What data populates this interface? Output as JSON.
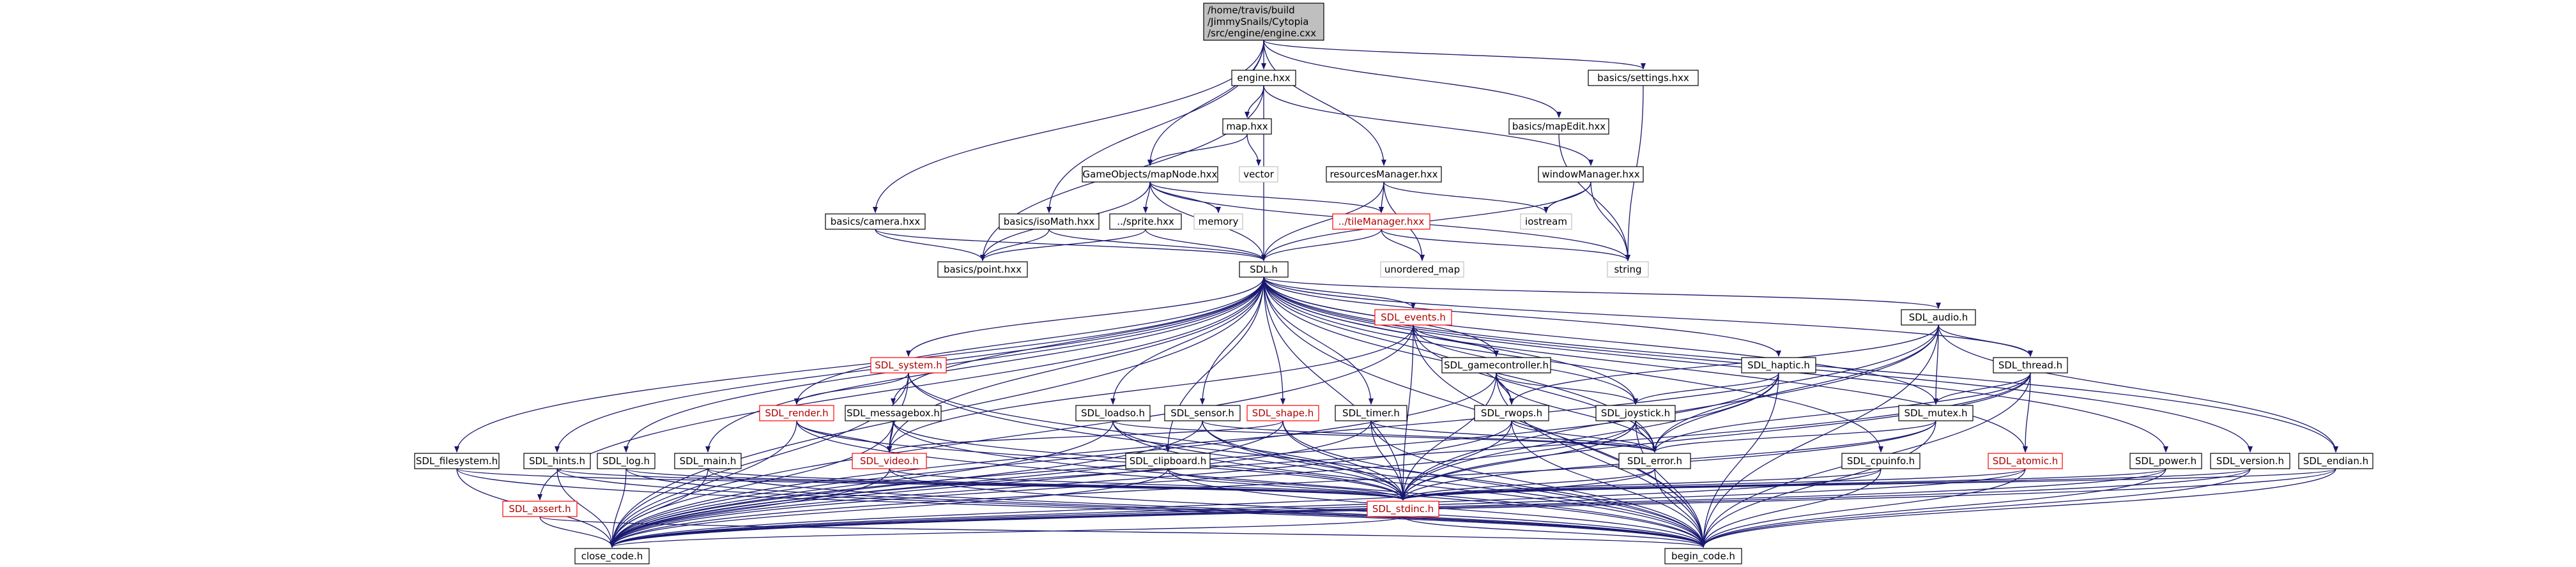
{
  "graph": {
    "kind": "include-dependency-graph",
    "colors": {
      "edge": "#191970",
      "node_border": "#000000",
      "missing_border": "#c0c0c0",
      "linked_border": "#ff0000",
      "root_fill": "#bfbfbf",
      "node_fill": "#ffffff"
    },
    "nodes": [
      {
        "id": "engine_cxx",
        "label": [
          "/home/travis/build",
          "/JimmySnails/Cytopia",
          "/src/engine/engine.cxx"
        ],
        "style": "root"
      },
      {
        "id": "engine_hxx",
        "label": [
          "engine.hxx"
        ],
        "style": "normal"
      },
      {
        "id": "settings",
        "label": [
          "basics/settings.hxx"
        ],
        "style": "normal"
      },
      {
        "id": "map",
        "label": [
          "map.hxx"
        ],
        "style": "normal"
      },
      {
        "id": "mapEdit",
        "label": [
          "basics/mapEdit.hxx"
        ],
        "style": "normal"
      },
      {
        "id": "vector",
        "label": [
          "vector"
        ],
        "style": "missing"
      },
      {
        "id": "mapNode",
        "label": [
          "GameObjects/mapNode.hxx"
        ],
        "style": "normal"
      },
      {
        "id": "resourcesManager",
        "label": [
          "resourcesManager.hxx"
        ],
        "style": "normal"
      },
      {
        "id": "windowManager",
        "label": [
          "windowManager.hxx"
        ],
        "style": "normal"
      },
      {
        "id": "camera",
        "label": [
          "basics/camera.hxx"
        ],
        "style": "normal"
      },
      {
        "id": "isoMath",
        "label": [
          "basics/isoMath.hxx"
        ],
        "style": "normal"
      },
      {
        "id": "sprite",
        "label": [
          "../sprite.hxx"
        ],
        "style": "normal"
      },
      {
        "id": "memory",
        "label": [
          "memory"
        ],
        "style": "missing"
      },
      {
        "id": "tileManager",
        "label": [
          "../tileManager.hxx"
        ],
        "style": "red"
      },
      {
        "id": "iostream",
        "label": [
          "iostream"
        ],
        "style": "missing"
      },
      {
        "id": "string",
        "label": [
          "string"
        ],
        "style": "missing"
      },
      {
        "id": "point",
        "label": [
          "basics/point.hxx"
        ],
        "style": "normal"
      },
      {
        "id": "unordered_map",
        "label": [
          "unordered_map"
        ],
        "style": "missing"
      },
      {
        "id": "SDL_h",
        "label": [
          "SDL.h"
        ],
        "style": "normal"
      },
      {
        "id": "SDL_events",
        "label": [
          "SDL_events.h"
        ],
        "style": "red"
      },
      {
        "id": "SDL_audio",
        "label": [
          "SDL_audio.h"
        ],
        "style": "normal"
      },
      {
        "id": "SDL_system",
        "label": [
          "SDL_system.h"
        ],
        "style": "red"
      },
      {
        "id": "SDL_gamecontroller",
        "label": [
          "SDL_gamecontroller.h"
        ],
        "style": "normal"
      },
      {
        "id": "SDL_haptic",
        "label": [
          "SDL_haptic.h"
        ],
        "style": "normal"
      },
      {
        "id": "SDL_thread",
        "label": [
          "SDL_thread.h"
        ],
        "style": "normal"
      },
      {
        "id": "SDL_render",
        "label": [
          "SDL_render.h"
        ],
        "style": "red"
      },
      {
        "id": "SDL_messagebox",
        "label": [
          "SDL_messagebox.h"
        ],
        "style": "normal"
      },
      {
        "id": "SDL_loadso",
        "label": [
          "SDL_loadso.h"
        ],
        "style": "normal"
      },
      {
        "id": "SDL_sensor",
        "label": [
          "SDL_sensor.h"
        ],
        "style": "normal"
      },
      {
        "id": "SDL_shape",
        "label": [
          "SDL_shape.h"
        ],
        "style": "red"
      },
      {
        "id": "SDL_timer",
        "label": [
          "SDL_timer.h"
        ],
        "style": "normal"
      },
      {
        "id": "SDL_rwops",
        "label": [
          "SDL_rwops.h"
        ],
        "style": "normal"
      },
      {
        "id": "SDL_joystick",
        "label": [
          "SDL_joystick.h"
        ],
        "style": "normal"
      },
      {
        "id": "SDL_mutex",
        "label": [
          "SDL_mutex.h"
        ],
        "style": "normal"
      },
      {
        "id": "SDL_filesystem",
        "label": [
          "SDL_filesystem.h"
        ],
        "style": "normal"
      },
      {
        "id": "SDL_hints",
        "label": [
          "SDL_hints.h"
        ],
        "style": "normal"
      },
      {
        "id": "SDL_log",
        "label": [
          "SDL_log.h"
        ],
        "style": "normal"
      },
      {
        "id": "SDL_main",
        "label": [
          "SDL_main.h"
        ],
        "style": "normal"
      },
      {
        "id": "SDL_video",
        "label": [
          "SDL_video.h"
        ],
        "style": "red"
      },
      {
        "id": "SDL_clipboard",
        "label": [
          "SDL_clipboard.h"
        ],
        "style": "normal"
      },
      {
        "id": "SDL_error",
        "label": [
          "SDL_error.h"
        ],
        "style": "normal"
      },
      {
        "id": "SDL_cpuinfo",
        "label": [
          "SDL_cpuinfo.h"
        ],
        "style": "normal"
      },
      {
        "id": "SDL_atomic",
        "label": [
          "SDL_atomic.h"
        ],
        "style": "red"
      },
      {
        "id": "SDL_power",
        "label": [
          "SDL_power.h"
        ],
        "style": "normal"
      },
      {
        "id": "SDL_version",
        "label": [
          "SDL_version.h"
        ],
        "style": "normal"
      },
      {
        "id": "SDL_endian",
        "label": [
          "SDL_endian.h"
        ],
        "style": "normal"
      },
      {
        "id": "SDL_assert",
        "label": [
          "SDL_assert.h"
        ],
        "style": "red"
      },
      {
        "id": "SDL_stdinc",
        "label": [
          "SDL_stdinc.h"
        ],
        "style": "red"
      },
      {
        "id": "close_code",
        "label": [
          "close_code.h"
        ],
        "style": "normal"
      },
      {
        "id": "begin_code",
        "label": [
          "begin_code.h"
        ],
        "style": "normal"
      }
    ],
    "edges": [
      [
        "engine_cxx",
        "engine_hxx"
      ],
      [
        "engine_cxx",
        "settings"
      ],
      [
        "engine_cxx",
        "camera"
      ],
      [
        "engine_cxx",
        "isoMath"
      ],
      [
        "engine_cxx",
        "mapNode"
      ],
      [
        "engine_cxx",
        "resourcesManager"
      ],
      [
        "engine_cxx",
        "mapEdit"
      ],
      [
        "engine_hxx",
        "map"
      ],
      [
        "engine_hxx",
        "windowManager"
      ],
      [
        "engine_hxx",
        "point"
      ],
      [
        "engine_hxx",
        "SDL_h"
      ],
      [
        "settings",
        "string"
      ],
      [
        "map",
        "mapNode"
      ],
      [
        "map",
        "vector"
      ],
      [
        "mapEdit",
        "string"
      ],
      [
        "mapNode",
        "point"
      ],
      [
        "mapNode",
        "sprite"
      ],
      [
        "mapNode",
        "memory"
      ],
      [
        "mapNode",
        "tileManager"
      ],
      [
        "mapNode",
        "SDL_h"
      ],
      [
        "mapNode",
        "string"
      ],
      [
        "resourcesManager",
        "SDL_h"
      ],
      [
        "resourcesManager",
        "tileManager"
      ],
      [
        "resourcesManager",
        "iostream"
      ],
      [
        "resourcesManager",
        "unordered_map"
      ],
      [
        "windowManager",
        "SDL_h"
      ],
      [
        "windowManager",
        "iostream"
      ],
      [
        "windowManager",
        "string"
      ],
      [
        "camera",
        "point"
      ],
      [
        "camera",
        "SDL_h"
      ],
      [
        "isoMath",
        "point"
      ],
      [
        "isoMath",
        "SDL_h"
      ],
      [
        "sprite",
        "point"
      ],
      [
        "sprite",
        "SDL_h"
      ],
      [
        "tileManager",
        "SDL_h"
      ],
      [
        "tileManager",
        "unordered_map"
      ],
      [
        "tileManager",
        "string"
      ],
      [
        "SDL_h",
        "SDL_events"
      ],
      [
        "SDL_h",
        "SDL_audio"
      ],
      [
        "SDL_h",
        "SDL_system"
      ],
      [
        "SDL_h",
        "SDL_gamecontroller"
      ],
      [
        "SDL_h",
        "SDL_haptic"
      ],
      [
        "SDL_h",
        "SDL_thread"
      ],
      [
        "SDL_h",
        "SDL_render"
      ],
      [
        "SDL_h",
        "SDL_messagebox"
      ],
      [
        "SDL_h",
        "SDL_loadso"
      ],
      [
        "SDL_h",
        "SDL_sensor"
      ],
      [
        "SDL_h",
        "SDL_shape"
      ],
      [
        "SDL_h",
        "SDL_timer"
      ],
      [
        "SDL_h",
        "SDL_rwops"
      ],
      [
        "SDL_h",
        "SDL_joystick"
      ],
      [
        "SDL_h",
        "SDL_mutex"
      ],
      [
        "SDL_h",
        "SDL_filesystem"
      ],
      [
        "SDL_h",
        "SDL_hints"
      ],
      [
        "SDL_h",
        "SDL_log"
      ],
      [
        "SDL_h",
        "SDL_main"
      ],
      [
        "SDL_h",
        "SDL_video"
      ],
      [
        "SDL_h",
        "SDL_clipboard"
      ],
      [
        "SDL_h",
        "SDL_error"
      ],
      [
        "SDL_h",
        "SDL_cpuinfo"
      ],
      [
        "SDL_h",
        "SDL_atomic"
      ],
      [
        "SDL_h",
        "SDL_power"
      ],
      [
        "SDL_h",
        "SDL_version"
      ],
      [
        "SDL_h",
        "SDL_endian"
      ],
      [
        "SDL_h",
        "SDL_assert"
      ],
      [
        "SDL_h",
        "SDL_stdinc"
      ],
      [
        "SDL_h",
        "close_code"
      ],
      [
        "SDL_h",
        "begin_code"
      ],
      [
        "SDL_events",
        "SDL_video"
      ],
      [
        "SDL_events",
        "SDL_gamecontroller"
      ],
      [
        "SDL_events",
        "SDL_joystick"
      ],
      [
        "SDL_events",
        "SDL_error"
      ],
      [
        "SDL_events",
        "SDL_stdinc"
      ],
      [
        "SDL_events",
        "close_code"
      ],
      [
        "SDL_events",
        "begin_code"
      ],
      [
        "SDL_audio",
        "SDL_rwops"
      ],
      [
        "SDL_audio",
        "SDL_mutex"
      ],
      [
        "SDL_audio",
        "SDL_thread"
      ],
      [
        "SDL_audio",
        "SDL_endian"
      ],
      [
        "SDL_audio",
        "SDL_error"
      ],
      [
        "SDL_audio",
        "SDL_stdinc"
      ],
      [
        "SDL_audio",
        "close_code"
      ],
      [
        "SDL_audio",
        "begin_code"
      ],
      [
        "SDL_system",
        "SDL_render"
      ],
      [
        "SDL_system",
        "SDL_video"
      ],
      [
        "SDL_system",
        "SDL_stdinc"
      ],
      [
        "SDL_system",
        "close_code"
      ],
      [
        "SDL_system",
        "begin_code"
      ],
      [
        "SDL_gamecontroller",
        "SDL_rwops"
      ],
      [
        "SDL_gamecontroller",
        "SDL_joystick"
      ],
      [
        "SDL_gamecontroller",
        "SDL_error"
      ],
      [
        "SDL_gamecontroller",
        "SDL_stdinc"
      ],
      [
        "SDL_gamecontroller",
        "close_code"
      ],
      [
        "SDL_gamecontroller",
        "begin_code"
      ],
      [
        "SDL_haptic",
        "SDL_joystick"
      ],
      [
        "SDL_haptic",
        "SDL_error"
      ],
      [
        "SDL_haptic",
        "SDL_stdinc"
      ],
      [
        "SDL_haptic",
        "close_code"
      ],
      [
        "SDL_haptic",
        "begin_code"
      ],
      [
        "SDL_thread",
        "SDL_mutex"
      ],
      [
        "SDL_thread",
        "SDL_atomic"
      ],
      [
        "SDL_thread",
        "SDL_error"
      ],
      [
        "SDL_thread",
        "SDL_stdinc"
      ],
      [
        "SDL_thread",
        "close_code"
      ],
      [
        "SDL_thread",
        "begin_code"
      ],
      [
        "SDL_render",
        "SDL_video"
      ],
      [
        "SDL_render",
        "SDL_stdinc"
      ],
      [
        "SDL_render",
        "close_code"
      ],
      [
        "SDL_render",
        "begin_code"
      ],
      [
        "SDL_messagebox",
        "SDL_video"
      ],
      [
        "SDL_messagebox",
        "SDL_stdinc"
      ],
      [
        "SDL_messagebox",
        "close_code"
      ],
      [
        "SDL_messagebox",
        "begin_code"
      ],
      [
        "SDL_loadso",
        "SDL_error"
      ],
      [
        "SDL_loadso",
        "SDL_stdinc"
      ],
      [
        "SDL_loadso",
        "close_code"
      ],
      [
        "SDL_loadso",
        "begin_code"
      ],
      [
        "SDL_sensor",
        "SDL_error"
      ],
      [
        "SDL_sensor",
        "SDL_stdinc"
      ],
      [
        "SDL_sensor",
        "close_code"
      ],
      [
        "SDL_sensor",
        "begin_code"
      ],
      [
        "SDL_shape",
        "SDL_video"
      ],
      [
        "SDL_shape",
        "SDL_stdinc"
      ],
      [
        "SDL_shape",
        "close_code"
      ],
      [
        "SDL_shape",
        "begin_code"
      ],
      [
        "SDL_timer",
        "SDL_error"
      ],
      [
        "SDL_timer",
        "SDL_stdinc"
      ],
      [
        "SDL_timer",
        "close_code"
      ],
      [
        "SDL_timer",
        "begin_code"
      ],
      [
        "SDL_rwops",
        "SDL_error"
      ],
      [
        "SDL_rwops",
        "SDL_stdinc"
      ],
      [
        "SDL_rwops",
        "close_code"
      ],
      [
        "SDL_rwops",
        "begin_code"
      ],
      [
        "SDL_joystick",
        "SDL_error"
      ],
      [
        "SDL_joystick",
        "SDL_stdinc"
      ],
      [
        "SDL_joystick",
        "close_code"
      ],
      [
        "SDL_joystick",
        "begin_code"
      ],
      [
        "SDL_mutex",
        "SDL_error"
      ],
      [
        "SDL_mutex",
        "SDL_stdinc"
      ],
      [
        "SDL_mutex",
        "close_code"
      ],
      [
        "SDL_mutex",
        "begin_code"
      ],
      [
        "SDL_filesystem",
        "SDL_stdinc"
      ],
      [
        "SDL_filesystem",
        "close_code"
      ],
      [
        "SDL_filesystem",
        "begin_code"
      ],
      [
        "SDL_hints",
        "SDL_stdinc"
      ],
      [
        "SDL_hints",
        "close_code"
      ],
      [
        "SDL_hints",
        "begin_code"
      ],
      [
        "SDL_log",
        "SDL_stdinc"
      ],
      [
        "SDL_log",
        "close_code"
      ],
      [
        "SDL_log",
        "begin_code"
      ],
      [
        "SDL_main",
        "SDL_stdinc"
      ],
      [
        "SDL_main",
        "close_code"
      ],
      [
        "SDL_main",
        "begin_code"
      ],
      [
        "SDL_video",
        "SDL_stdinc"
      ],
      [
        "SDL_video",
        "close_code"
      ],
      [
        "SDL_video",
        "begin_code"
      ],
      [
        "SDL_clipboard",
        "SDL_stdinc"
      ],
      [
        "SDL_clipboard",
        "close_code"
      ],
      [
        "SDL_clipboard",
        "begin_code"
      ],
      [
        "SDL_error",
        "SDL_stdinc"
      ],
      [
        "SDL_error",
        "close_code"
      ],
      [
        "SDL_error",
        "begin_code"
      ],
      [
        "SDL_cpuinfo",
        "SDL_stdinc"
      ],
      [
        "SDL_cpuinfo",
        "close_code"
      ],
      [
        "SDL_cpuinfo",
        "begin_code"
      ],
      [
        "SDL_atomic",
        "SDL_stdinc"
      ],
      [
        "SDL_atomic",
        "close_code"
      ],
      [
        "SDL_atomic",
        "begin_code"
      ],
      [
        "SDL_power",
        "SDL_stdinc"
      ],
      [
        "SDL_power",
        "close_code"
      ],
      [
        "SDL_power",
        "begin_code"
      ],
      [
        "SDL_version",
        "SDL_stdinc"
      ],
      [
        "SDL_version",
        "close_code"
      ],
      [
        "SDL_version",
        "begin_code"
      ],
      [
        "SDL_endian",
        "SDL_stdinc"
      ],
      [
        "SDL_endian",
        "close_code"
      ],
      [
        "SDL_endian",
        "begin_code"
      ],
      [
        "SDL_assert",
        "close_code"
      ],
      [
        "SDL_assert",
        "begin_code"
      ],
      [
        "SDL_stdinc",
        "close_code"
      ],
      [
        "SDL_stdinc",
        "begin_code"
      ]
    ]
  }
}
